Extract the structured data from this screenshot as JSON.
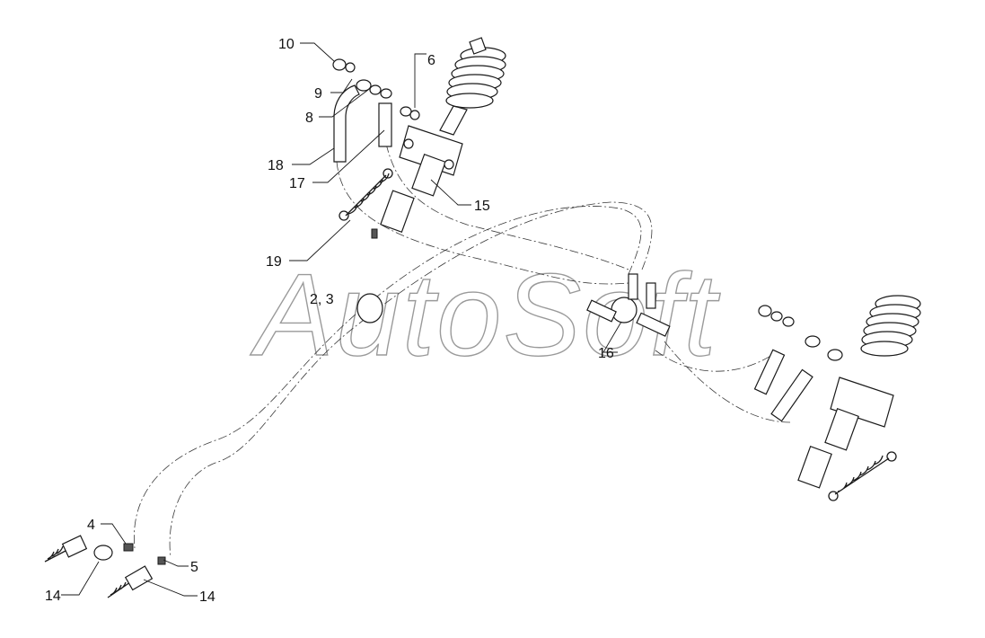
{
  "watermark": {
    "text": "AutoSoft"
  },
  "callouts": [
    {
      "id": "10",
      "label": "10"
    },
    {
      "id": "9",
      "label": "9"
    },
    {
      "id": "8",
      "label": "8"
    },
    {
      "id": "6",
      "label": "6"
    },
    {
      "id": "18",
      "label": "18"
    },
    {
      "id": "17",
      "label": "17"
    },
    {
      "id": "15",
      "label": "15"
    },
    {
      "id": "19",
      "label": "19"
    },
    {
      "id": "2-3",
      "label": "2, 3"
    },
    {
      "id": "16",
      "label": "16"
    },
    {
      "id": "4",
      "label": "4"
    },
    {
      "id": "5",
      "label": "5"
    },
    {
      "id": "14a",
      "label": "14"
    },
    {
      "id": "14b",
      "label": "14"
    }
  ]
}
